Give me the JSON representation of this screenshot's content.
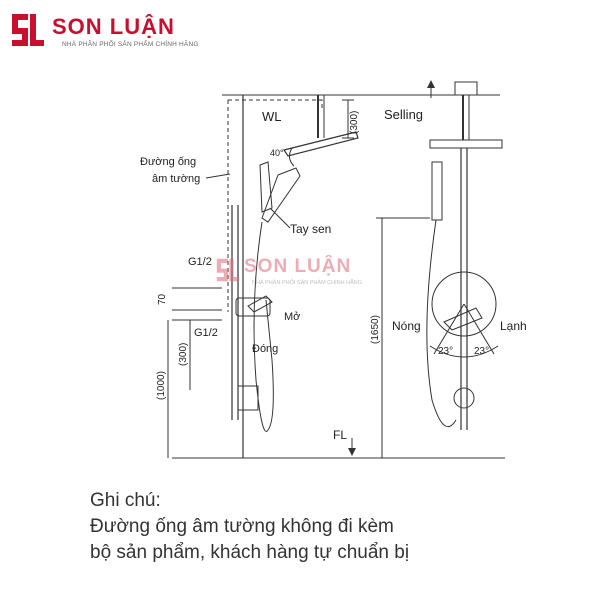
{
  "logo": {
    "brand": "SON LUẬN",
    "tagline": "NHÀ PHÂN PHỐI SẢN PHẨM CHÍNH HÃNG",
    "color": "#c8102e"
  },
  "watermark": {
    "brand": "SON LUẬN",
    "tagline": "NHÀ PHÂN PHỐI SẢN PHẨM CHÍNH HÃNG"
  },
  "labels": {
    "wl": "WL",
    "ceiling": "Selling",
    "fl": "FL",
    "pipe_line1": "Đường ống",
    "pipe_line2": "âm tường",
    "hand_shower": "Tay sen",
    "g12_top": "G1/2",
    "g12_bottom": "G1/2",
    "open": "Mở",
    "close": "Đóng",
    "hot": "Nóng",
    "cold": "Lạnh",
    "angle_head": "40°",
    "angle_left": "23°",
    "angle_right": "23°"
  },
  "dimensions": {
    "d300_top": "(300)",
    "d70": "70",
    "d300_mid": "(300)",
    "d1000": "(1000)",
    "d1650": "(1650)"
  },
  "note": {
    "title": "Ghi chú:",
    "line1": "Đường ống âm tường không đi kèm",
    "line2": "bộ sản phẩm, khách hàng tự chuẩn bị"
  }
}
